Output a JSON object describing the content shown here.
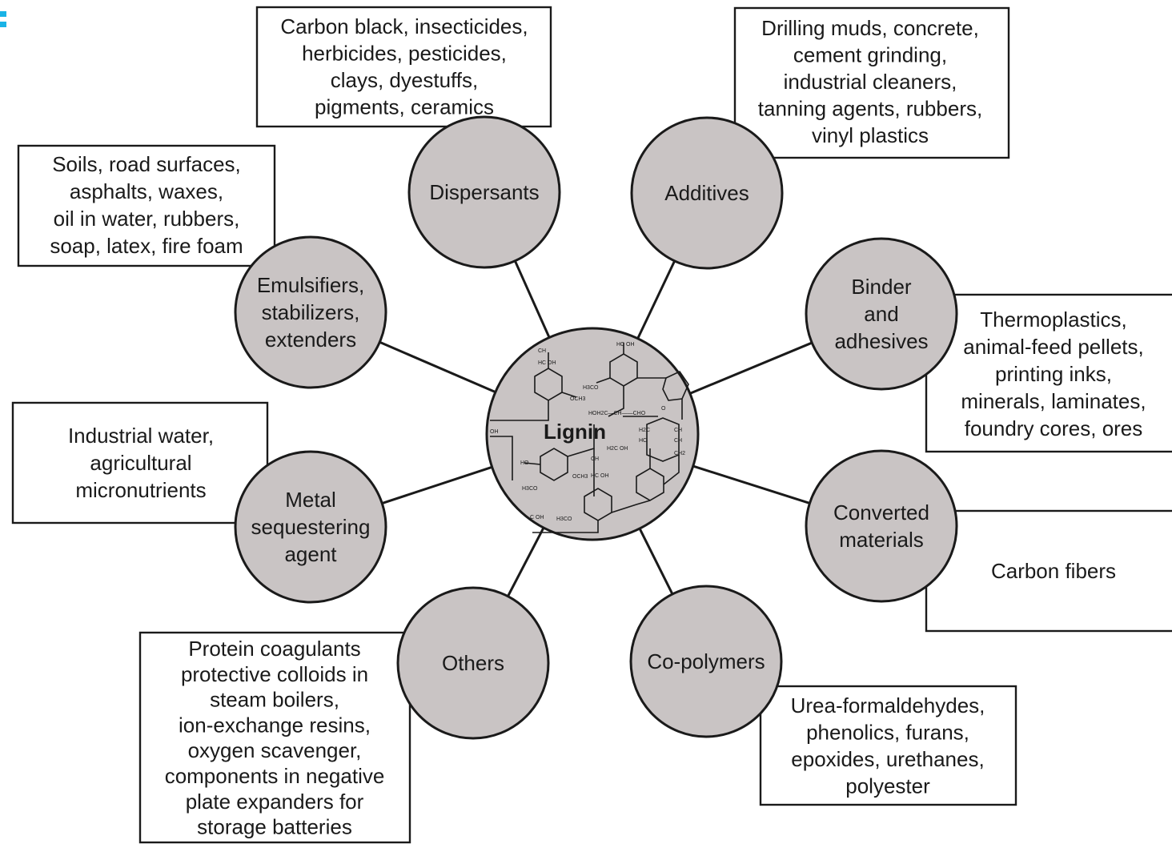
{
  "center": {
    "label": "Lignin"
  },
  "categories": {
    "dispersants": {
      "label": [
        "Dispersants"
      ],
      "uses": [
        "Carbon black, insecticides,",
        "herbicides, pesticides,",
        "clays, dyestuffs,",
        "pigments, ceramics"
      ]
    },
    "additives": {
      "label": [
        "Additives"
      ],
      "uses": [
        "Drilling muds, concrete,",
        "cement grinding,",
        "industrial cleaners,",
        "tanning agents, rubbers,",
        "vinyl plastics"
      ]
    },
    "binder": {
      "label": [
        "Binder",
        "and",
        "adhesives"
      ],
      "uses": [
        "Thermoplastics,",
        "animal-feed pellets,",
        "printing inks,",
        "minerals, laminates,",
        "foundry cores, ores"
      ]
    },
    "converted": {
      "label": [
        "Converted",
        "materials"
      ],
      "uses": [
        "Carbon fibers"
      ]
    },
    "copolymers": {
      "label": [
        "Co-polymers"
      ],
      "uses": [
        "Urea-formaldehydes,",
        "phenolics, furans,",
        "epoxides, urethanes,",
        "polyester"
      ]
    },
    "others": {
      "label": [
        "Others"
      ],
      "uses": [
        "Protein coagulants",
        "protective colloids in",
        "steam boilers,",
        "ion-exchange resins,",
        "oxygen scavenger,",
        "components in negative",
        "plate expanders for",
        "storage batteries"
      ]
    },
    "metal": {
      "label": [
        "Metal",
        "sequestering",
        "agent"
      ],
      "uses": [
        "Industrial water,",
        "agricultural",
        "micronutrients"
      ]
    },
    "emulsifiers": {
      "label": [
        "Emulsifiers,",
        "stabilizers,",
        "extenders"
      ],
      "uses": [
        "Soils, road surfaces,",
        "asphalts, waxes,",
        "oil in water, rubbers,",
        "soap, latex, fire foam"
      ]
    }
  },
  "chem_labels": [
    "CH",
    "HC OH",
    "OCH3",
    "H3CO",
    "HC OH",
    "HOH2C—CH——CHO",
    "H2C OH",
    "CH",
    "HC OH",
    "OH",
    "HO",
    "OCH3",
    "H3CO",
    "C OH",
    "H3CO",
    "H2C",
    "HC",
    "CH",
    "CH",
    "CH2",
    "O"
  ],
  "colors": {
    "bubble_fill": "#c9c4c4",
    "stroke": "#1a1a1a",
    "corner_accent": "#19b3e6"
  }
}
